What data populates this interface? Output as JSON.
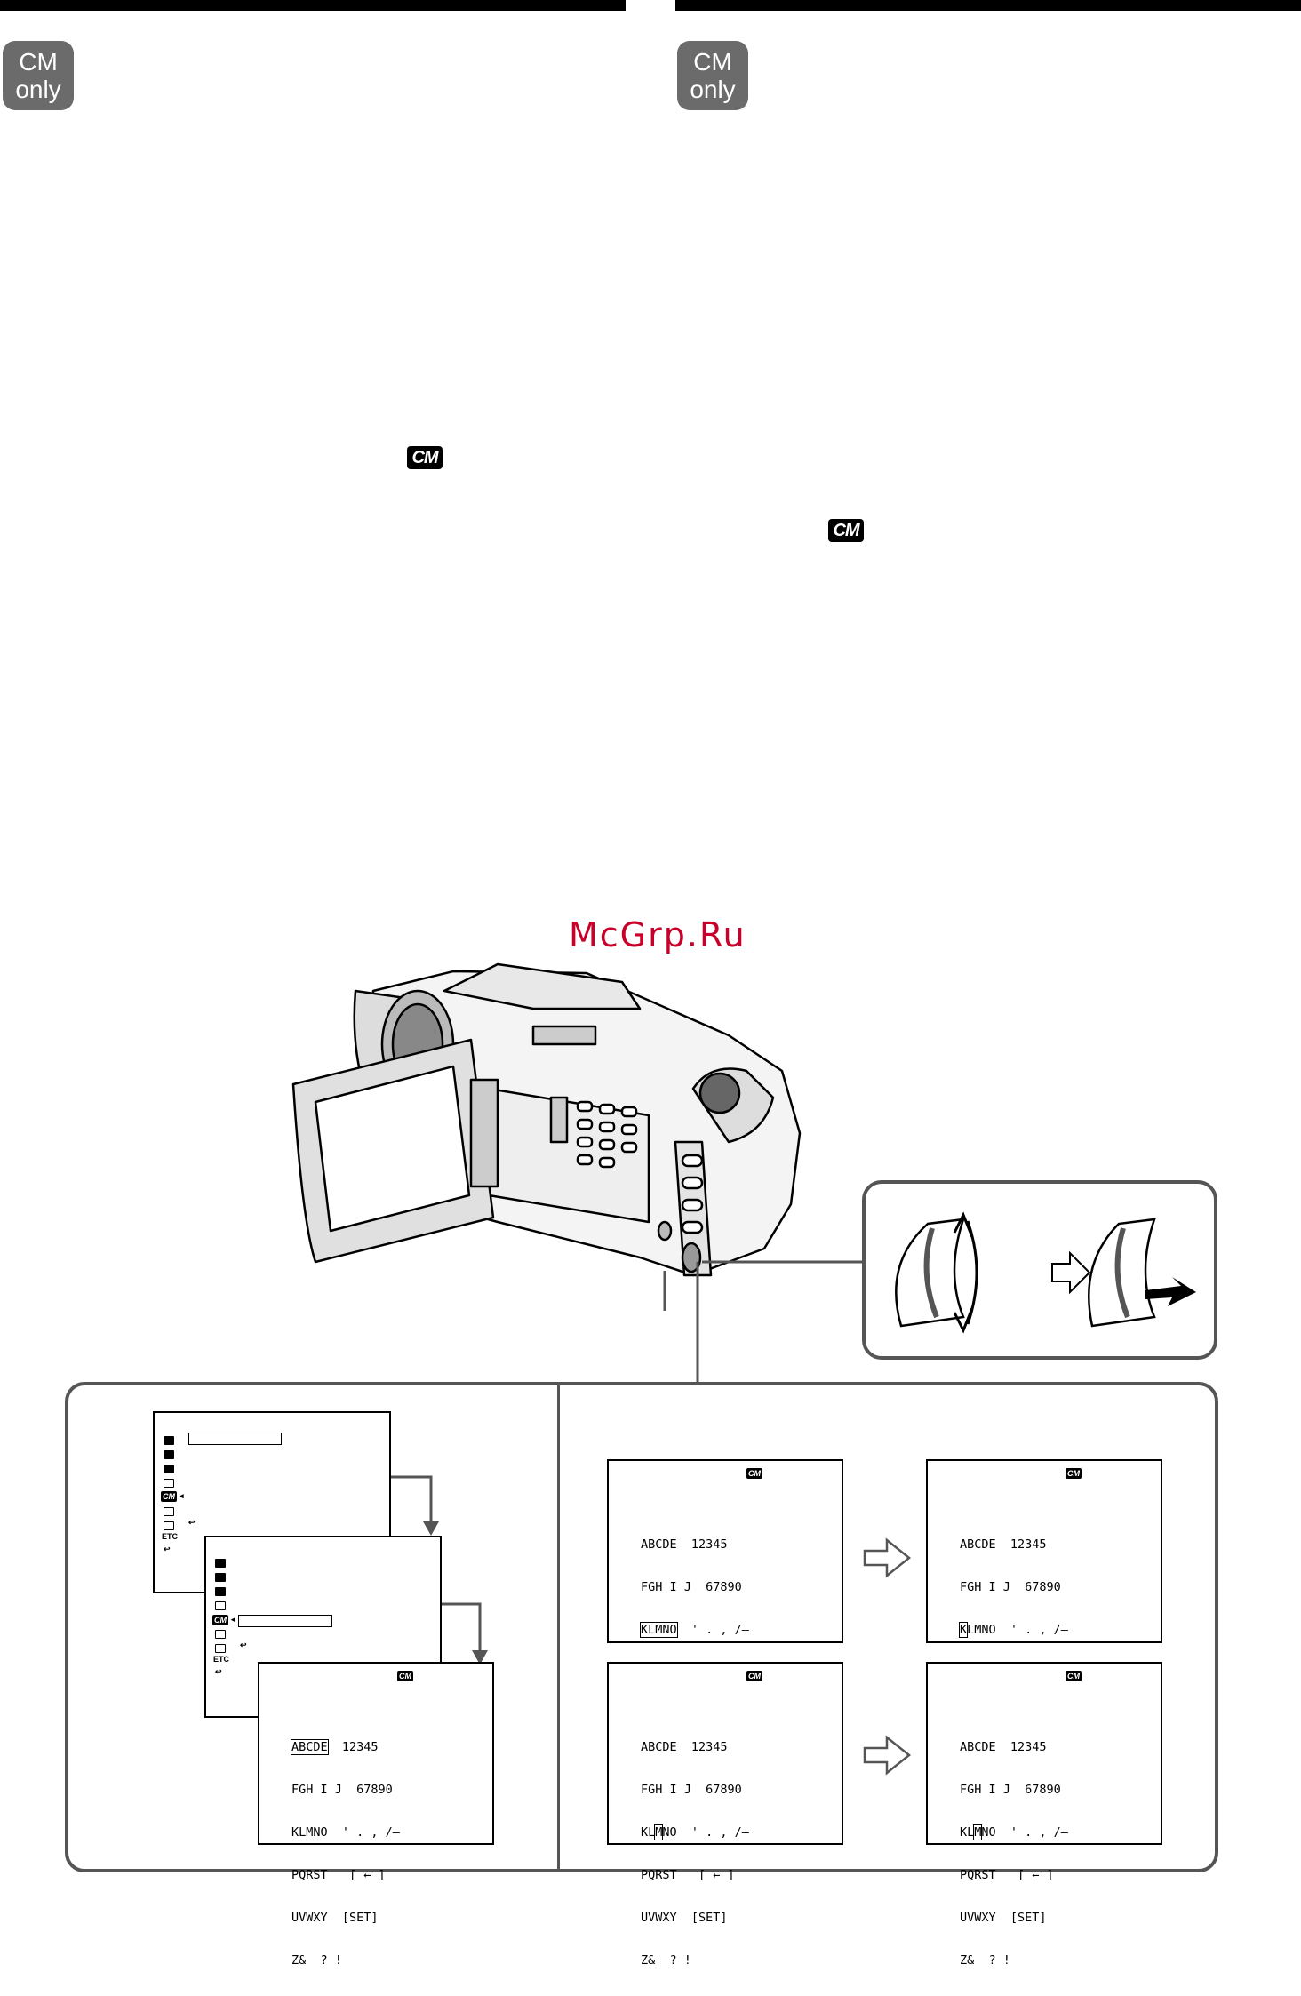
{
  "header": {
    "left_badge": {
      "line1": "CM",
      "line2": "only"
    },
    "right_badge": {
      "line1": "CM",
      "line2": "only"
    }
  },
  "icons": {
    "cm_label": "CM"
  },
  "watermark": "McGrp.Ru",
  "menu_screen": {
    "etc_label": "ETC"
  },
  "char_grid": {
    "rows": [
      "ABCDE  12345",
      "FGH I J  67890",
      "KLMNO  ' . , /–",
      "PQRST   [ ← ]",
      "UVWXY  [SET]",
      "Z&  ? !"
    ]
  },
  "colors": {
    "badge_bg": "#6b6b6b",
    "panel_border": "#555555",
    "watermark": "#c8002a"
  }
}
